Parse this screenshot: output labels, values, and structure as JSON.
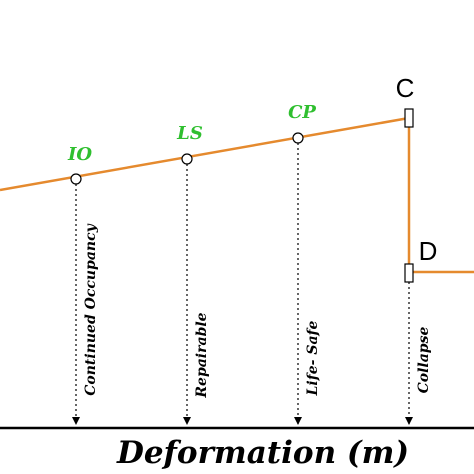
{
  "colors": {
    "curve": "#e58a2e",
    "performance_label": "#2fbf2f",
    "axis": "#000000",
    "marker_fill": "#ffffff"
  },
  "performance_levels": [
    {
      "label": "IO",
      "state": "Continued Occupancy"
    },
    {
      "label": "LS",
      "state": "Repairable"
    },
    {
      "label": "CP",
      "state": "Life- Safe"
    }
  ],
  "points": {
    "c_label": "C",
    "d_label": "D",
    "collapse_state": "Collapse"
  },
  "axis": {
    "x_title": "Deformation (m)"
  }
}
